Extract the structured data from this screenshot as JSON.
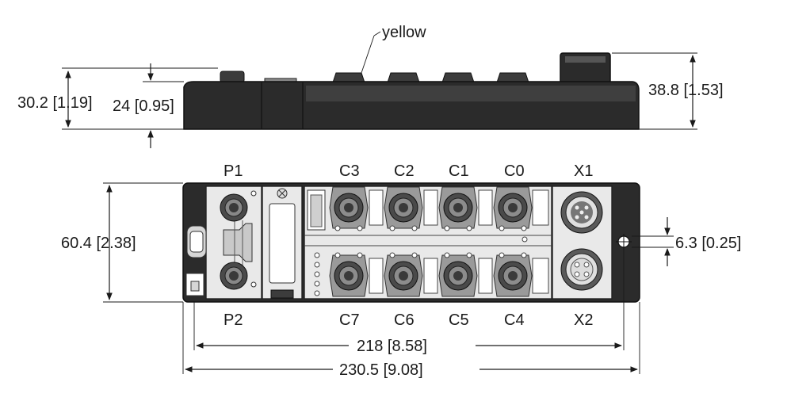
{
  "callout": {
    "color_label": "yellow"
  },
  "dimensions": {
    "side_height_total": "30.2 [1.19]",
    "side_height_body": "24 [0.95]",
    "side_height_max": "38.8 [1.53]",
    "width_front": "60.4 [2.38]",
    "hole_offset": "6.3 [0.25]",
    "hole_spacing": "218 [8.58]",
    "overall_length": "230.5 [9.08]"
  },
  "ports": {
    "top_row": [
      "P1",
      "C3",
      "C2",
      "C1",
      "C0",
      "X1"
    ],
    "bottom_row": [
      "P2",
      "C7",
      "C6",
      "C5",
      "C4",
      "X2"
    ]
  },
  "colors": {
    "housing": "#2b2b2b",
    "panel": "#e9e9e9",
    "line": "#1a1a1a"
  }
}
